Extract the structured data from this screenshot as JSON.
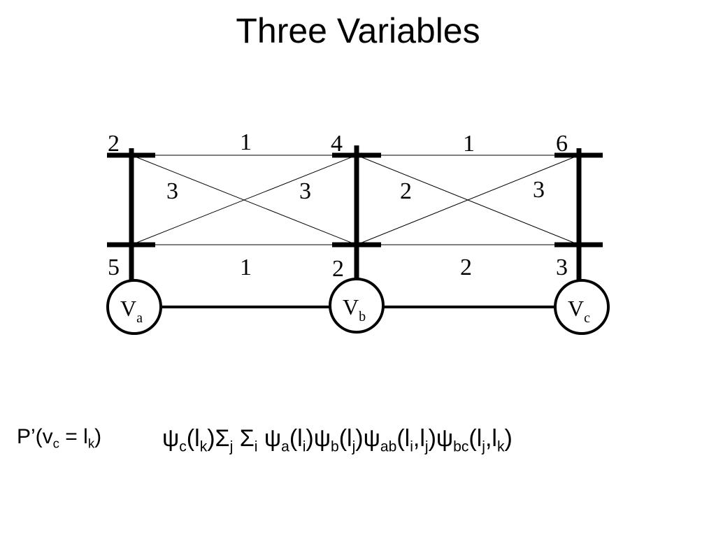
{
  "slide": {
    "title": "Three Variables"
  },
  "columns": [
    {
      "id": "a",
      "node_main": "V",
      "node_sub": "a",
      "top_value": "2",
      "bottom_value": "5"
    },
    {
      "id": "b",
      "node_main": "V",
      "node_sub": "b",
      "top_value": "4",
      "bottom_value": "2"
    },
    {
      "id": "c",
      "node_main": "V",
      "node_sub": "c",
      "top_value": "6",
      "bottom_value": "3"
    }
  ],
  "edge_weights": {
    "ab": {
      "top": "1",
      "bottom": "1",
      "cross_left": "3",
      "cross_right": "3"
    },
    "bc": {
      "top": "1",
      "bottom": "2",
      "cross_left": "2",
      "cross_right": "3"
    }
  },
  "formula": {
    "lhs": [
      {
        "t": "P’(v"
      },
      {
        "sub": "c"
      },
      {
        "t": " = l"
      },
      {
        "sub": "k"
      },
      {
        "t": ")"
      }
    ],
    "rhs": [
      {
        "t": "ψ"
      },
      {
        "sub": "c"
      },
      {
        "t": "(l"
      },
      {
        "sub": "k"
      },
      {
        "t": ")Σ"
      },
      {
        "sub": "j"
      },
      {
        "t": " Σ"
      },
      {
        "sub": "i"
      },
      {
        "t": " ψ"
      },
      {
        "sub": "a"
      },
      {
        "t": "(l"
      },
      {
        "sub": "i"
      },
      {
        "t": ")ψ"
      },
      {
        "sub": "b"
      },
      {
        "t": "(l"
      },
      {
        "sub": "j"
      },
      {
        "t": ")ψ"
      },
      {
        "sub": "ab"
      },
      {
        "t": "(l"
      },
      {
        "sub": "i"
      },
      {
        "t": ",l"
      },
      {
        "sub": "j"
      },
      {
        "t": ")ψ"
      },
      {
        "sub": "bc"
      },
      {
        "t": "(l"
      },
      {
        "sub": "j"
      },
      {
        "t": ",l"
      },
      {
        "sub": "k"
      },
      {
        "t": ")"
      }
    ]
  }
}
